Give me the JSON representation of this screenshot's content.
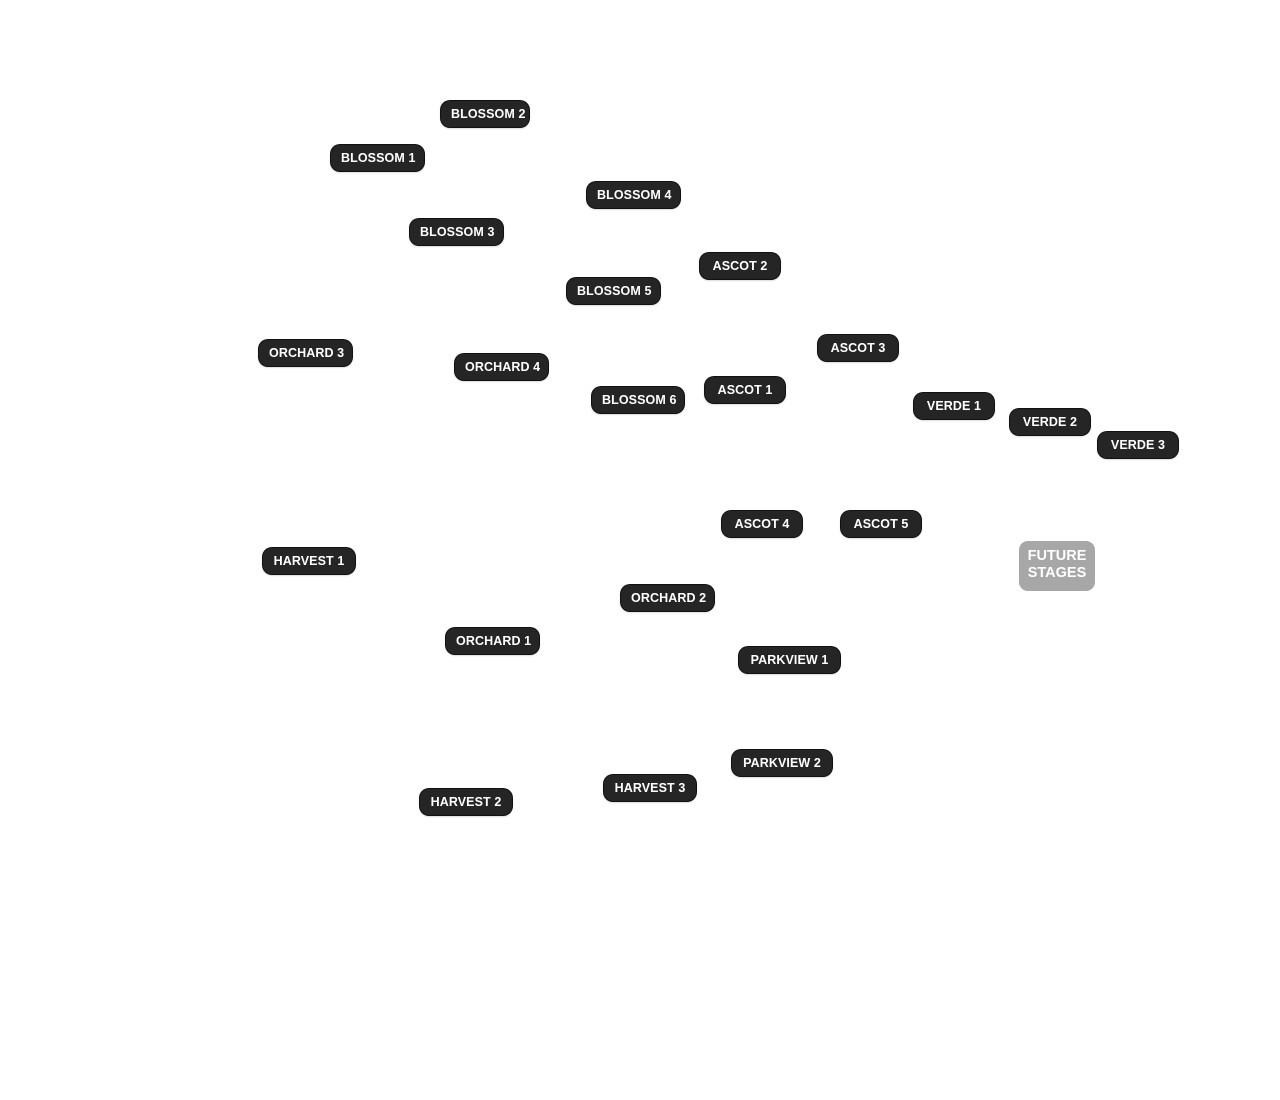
{
  "stages": {
    "blossom_2": "BLOSSOM 2",
    "blossom_1": "BLOSSOM 1",
    "blossom_4": "BLOSSOM 4",
    "blossom_3": "BLOSSOM 3",
    "ascot_2": "ASCOT 2",
    "blossom_5": "BLOSSOM 5",
    "orchard_3": "ORCHARD 3",
    "ascot_3": "ASCOT 3",
    "orchard_4": "ORCHARD 4",
    "ascot_1": "ASCOT 1",
    "blossom_6": "BLOSSOM 6",
    "verde_1": "VERDE 1",
    "verde_2": "VERDE 2",
    "verde_3": "VERDE 3",
    "ascot_4": "ASCOT 4",
    "ascot_5": "ASCOT 5",
    "harvest_1": "HARVEST 1",
    "orchard_2": "ORCHARD 2",
    "orchard_1": "ORCHARD 1",
    "parkview_1": "PARKVIEW 1",
    "parkview_2": "PARKVIEW 2",
    "harvest_3": "HARVEST 3",
    "harvest_2": "HARVEST 2"
  },
  "future": {
    "label": "FUTURE\nSTAGES"
  },
  "colors": {
    "stage_label_bg": "#252525",
    "stage_label_text": "#ffffff",
    "future_label_bg": "#a7a7a7",
    "background": "#ffffff"
  }
}
